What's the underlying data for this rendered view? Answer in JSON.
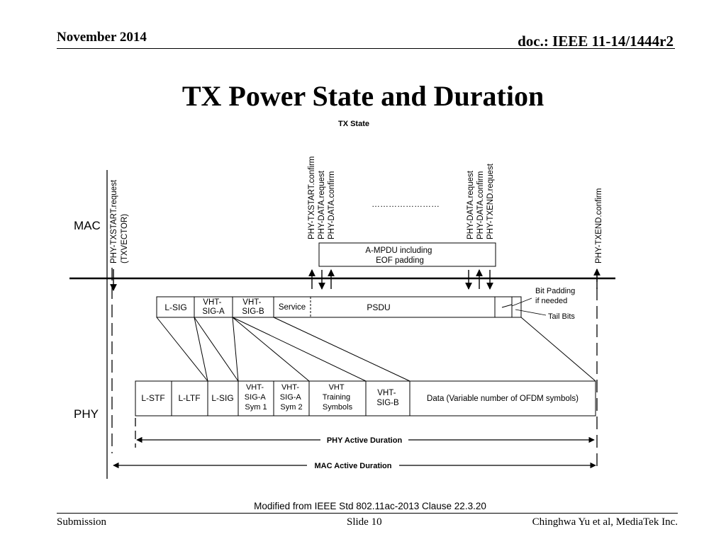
{
  "header": {
    "date": "November 2014",
    "doc": "doc.: IEEE 11-14/1444r2"
  },
  "title": "TX Power State and Duration",
  "footer": {
    "submission": "Submission",
    "slide": "Slide 10",
    "author": "Chinghwa Yu et al, MediaTek Inc."
  },
  "diagram": {
    "tx_state_label": "TX State",
    "layers": {
      "mac": "MAC",
      "phy": "PHY"
    },
    "primitives": {
      "txstart_request": [
        "PHY-TXSTART.request",
        "(TXVECTOR)"
      ],
      "start_group": [
        "PHY-TXSTART.confirm",
        "PHY-DATA.request",
        "PHY-DATA.confirm"
      ],
      "ellipsis": "……………………",
      "end_group": [
        "PHY-DATA.request",
        "PHY-DATA.confirm",
        "PHY-TXEND.request"
      ],
      "txend_confirm": "PHY-TXEND.confirm"
    },
    "ampdu_box": [
      "A-MPDU including",
      "EOF padding"
    ],
    "psdu_fields": [
      "L-SIG",
      "VHT-SIG-A",
      "VHT-SIG-B",
      "Service",
      "PSDU"
    ],
    "notes": {
      "bit_padding": [
        "Bit Padding",
        "if needed"
      ],
      "tail_bits": "Tail Bits"
    },
    "phy_fields": [
      "L-STF",
      "L-LTF",
      "L-SIG",
      "VHT-SIG-A Sym 1",
      "VHT-SIG-A Sym 2",
      "VHT Training Symbols",
      "VHT-SIG-B",
      "Data (Variable number of OFDM symbols)"
    ],
    "phy_active_duration": "PHY Active Duration",
    "mac_active_duration": "MAC Active Duration",
    "caption": "Modified from IEEE Std 802.11ac-2013 Clause 22.3.20"
  }
}
